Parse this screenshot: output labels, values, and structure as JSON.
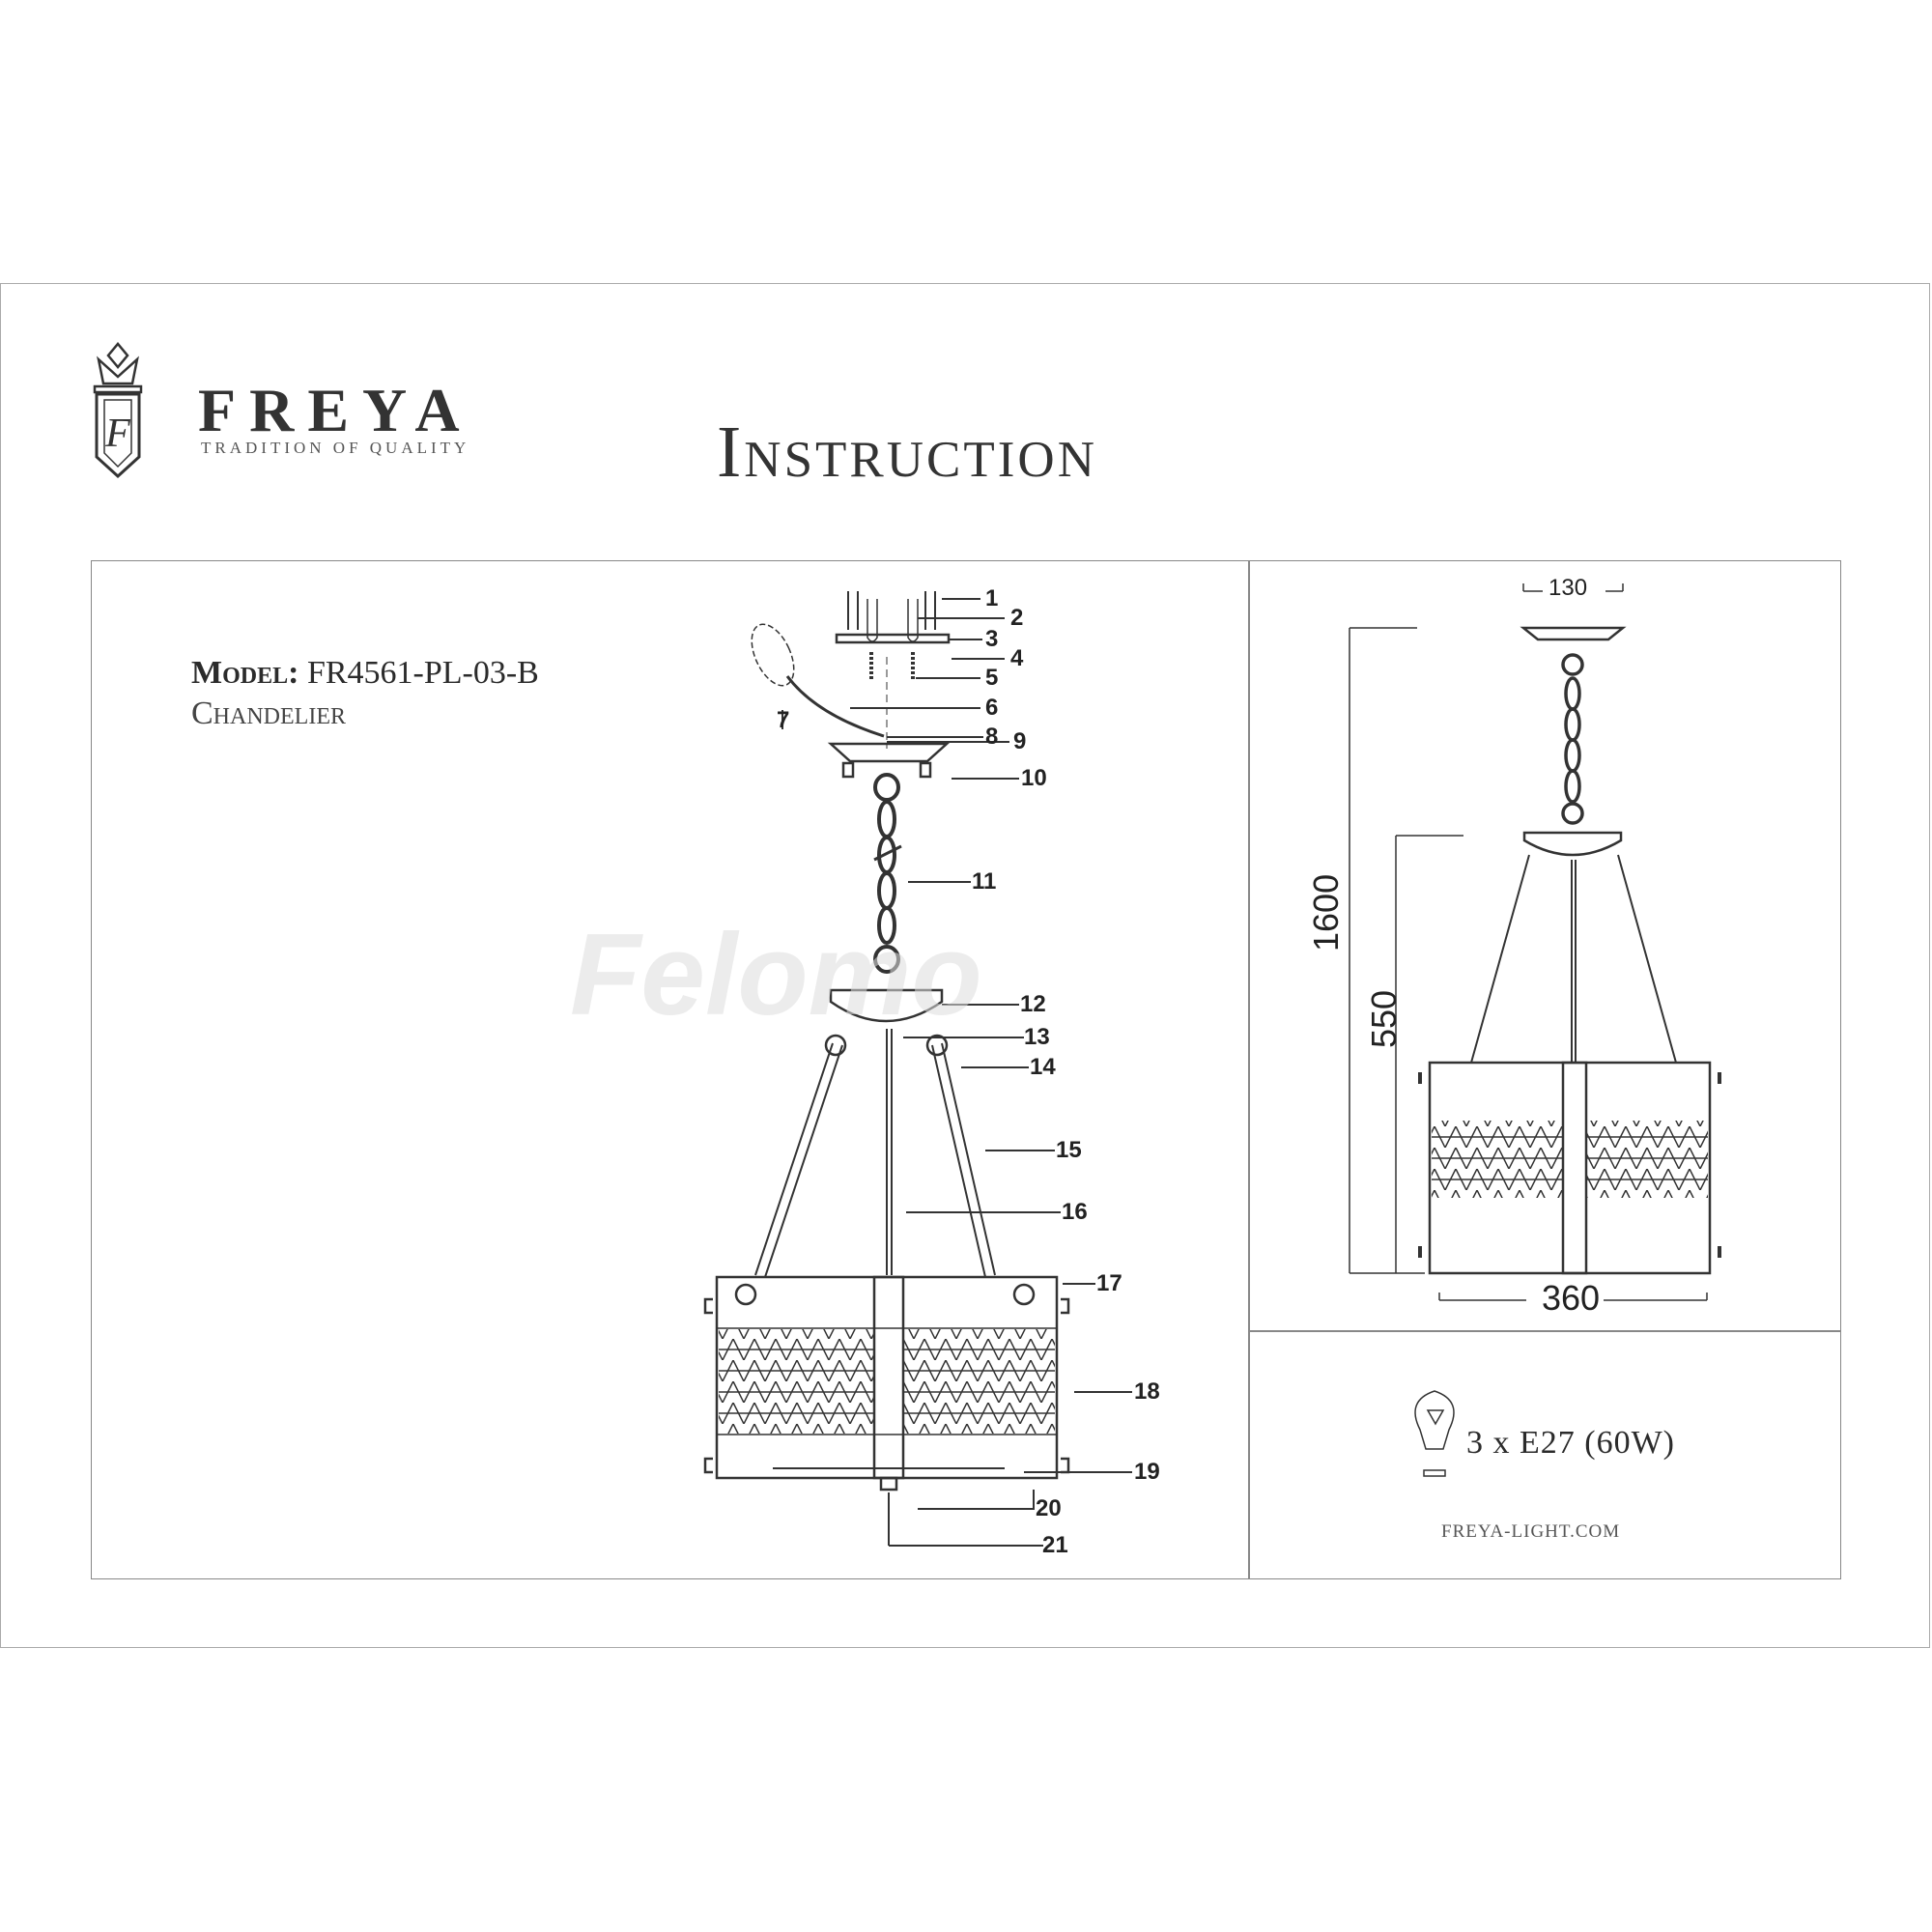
{
  "logo": {
    "brand": "FREYA",
    "tagline": "TRADITION OF QUALITY",
    "monogram": "F"
  },
  "header": {
    "title": "Instruction"
  },
  "product": {
    "model_label": "Model:",
    "model_value": "FR4561-PL-03-B",
    "type": "Chandelier"
  },
  "watermark": "Felomo",
  "parts": [
    "1",
    "2",
    "3",
    "4",
    "5",
    "6",
    "7",
    "8",
    "9",
    "10",
    "11",
    "12",
    "13",
    "14",
    "15",
    "16",
    "17",
    "18",
    "19",
    "20",
    "21"
  ],
  "dimensions": {
    "canopy_width": "130",
    "total_height": "1600",
    "body_height": "550",
    "body_width": "360"
  },
  "bulb": {
    "spec": "3 x E27 (60W)"
  },
  "website": "FREYA-LIGHT.COM"
}
